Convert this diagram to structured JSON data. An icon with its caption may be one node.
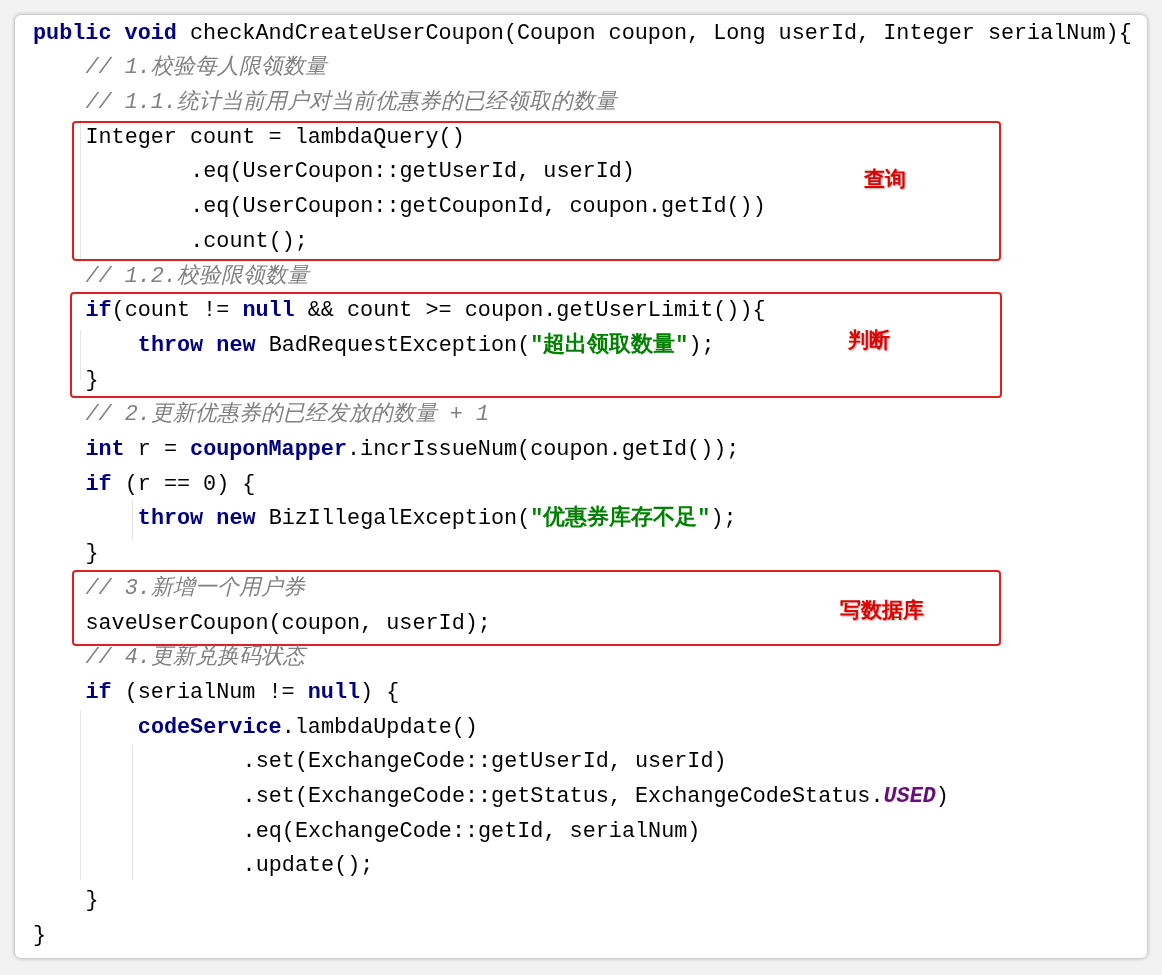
{
  "diagram": {
    "nodes": [
      {
        "text": [
          "Integer count = lambdaQuery()",
          ".eq(UserCoupon::getUserId, userId)",
          ".eq(UserCoupon::getCouponId, coupon.getId())",
          ".count();",
          "查询"
        ]
      },
      {
        "text": [
          "**if**(count != **null** && count >= coupon.getUserLimit()){",
          "**throw** **new** BadRequestException(**\"超出领取数量\"**);",
          "}",
          "判断"
        ]
      },
      {
        "text": [
          "// 3.新增一个用户券",
          "saveUserCoupon(coupon, userId);",
          "写数据库"
        ]
      }
    ],
    "labels": [
      "**public** **void** checkAndCreateUserCoupon(Coupon coupon, Long userId, Integer serialNum){",
      "// 1.校验每人限领数量",
      "// 1.1.统计当前用户对当前优惠券的已经领取的数量",
      "// 1.2.校验限领数量",
      "// 2.更新优惠券的已经发放的数量 + 1",
      "**int** r = **couponMapper**.incrIssueNum(coupon.getId());",
      "**if** (r == 0) {",
      "**throw** **new** BizIllegalException(**\"优惠券库存不足\"**);",
      "}",
      "// 4.更新兑换码状态",
      "**if** (serialNum != **null**) {",
      "**codeService**.lambdaUpdate()",
      ".set(ExchangeCode::getUserId, userId)",
      ".set(ExchangeCode::getStatus, ExchangeCodeStatus.*USED*)",
      ".eq(ExchangeCode::getId, serialNum)",
      ".update();",
      "}",
      "}"
    ]
  }
}
